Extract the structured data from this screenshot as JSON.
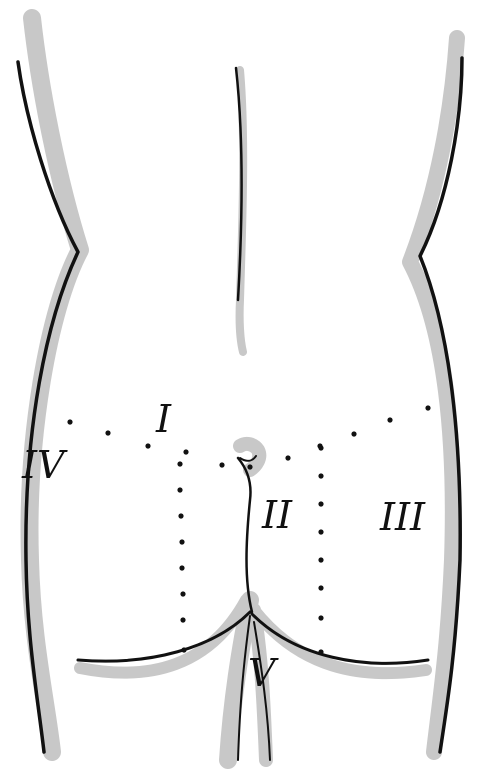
{
  "figure": {
    "regions": [
      {
        "id": "I",
        "label": "I"
      },
      {
        "id": "II",
        "label": "II"
      },
      {
        "id": "III",
        "label": "III"
      },
      {
        "id": "IV",
        "label": "IV"
      },
      {
        "id": "V",
        "label": "V"
      }
    ],
    "colors": {
      "outline": "#111111",
      "shadow": "#c8c8c8",
      "background": "#ffffff"
    }
  }
}
